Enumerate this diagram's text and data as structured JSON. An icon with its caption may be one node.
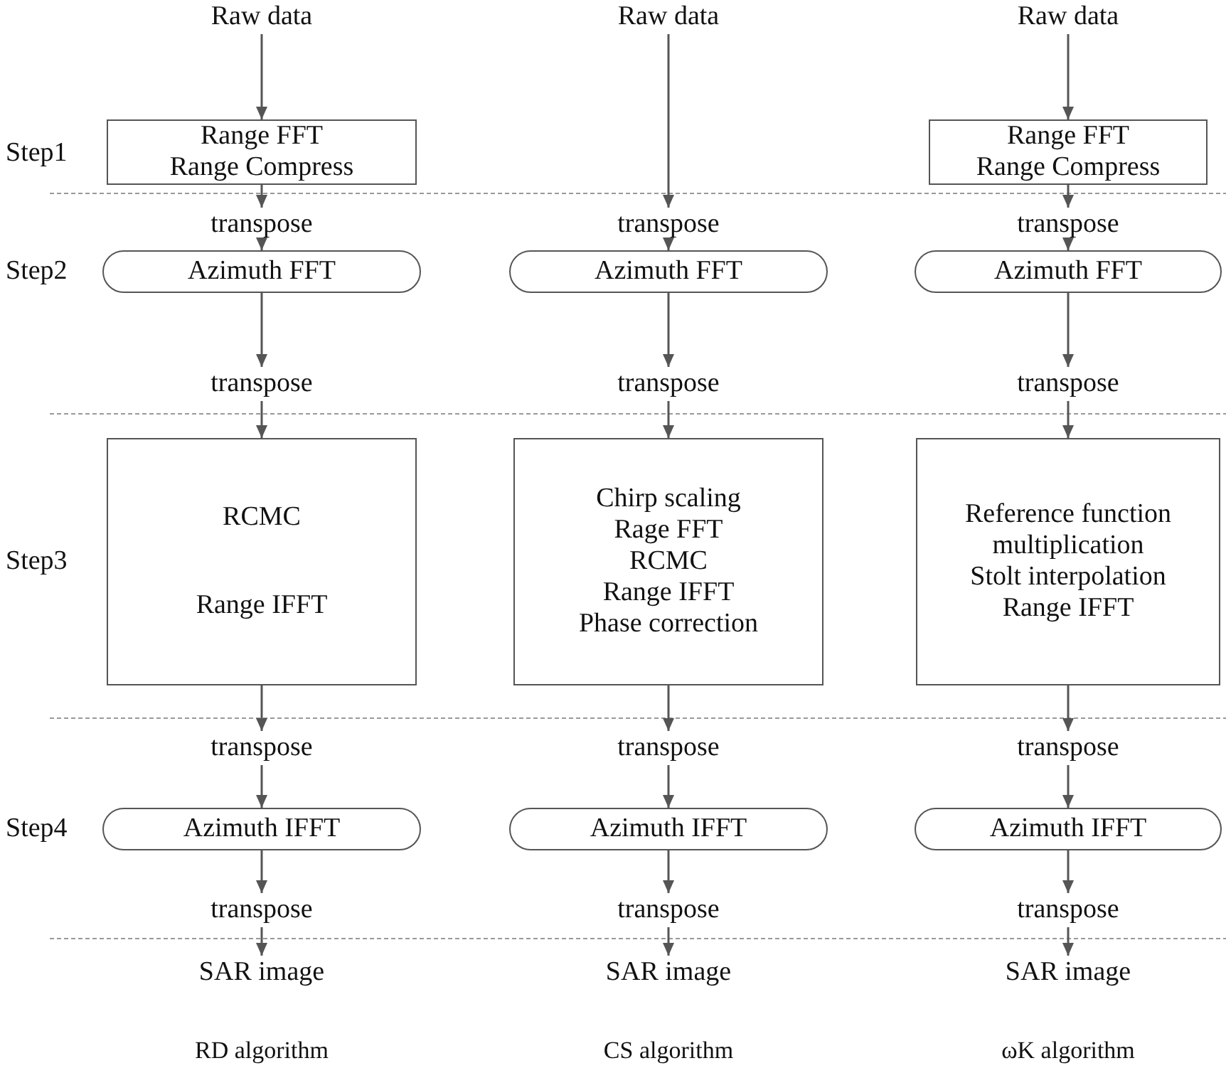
{
  "diagram": {
    "nodes": [
      {
        "text": [
          "Raw data"
        ]
      },
      {
        "text": [
          "Range FFT",
          "Range Compress"
        ]
      },
      {
        "text": [
          "transpose"
        ]
      },
      {
        "text": [
          "Azimuth FFT"
        ]
      },
      {
        "text": [
          "transpose"
        ]
      },
      {
        "text": [
          "RCMC",
          "Range IFFT"
        ]
      },
      {
        "text": [
          "transpose"
        ]
      },
      {
        "text": [
          "Azimuth IFFT"
        ]
      },
      {
        "text": [
          "transpose"
        ]
      },
      {
        "text": [
          "SAR image"
        ]
      },
      {
        "text": [
          "Raw data"
        ]
      },
      {
        "text": [
          "transpose"
        ]
      },
      {
        "text": [
          "Azimuth FFT"
        ]
      },
      {
        "text": [
          "transpose"
        ]
      },
      {
        "text": [
          "Chirp scaling",
          "Rage FFT",
          "RCMC",
          "Range IFFT",
          "Phase correction"
        ]
      },
      {
        "text": [
          "transpose"
        ]
      },
      {
        "text": [
          "Azimuth IFFT"
        ]
      },
      {
        "text": [
          "transpose"
        ]
      },
      {
        "text": [
          "SAR image"
        ]
      },
      {
        "text": [
          "Raw data"
        ]
      },
      {
        "text": [
          "Range FFT",
          "Range Compress"
        ]
      },
      {
        "text": [
          "transpose"
        ]
      },
      {
        "text": [
          "Azimuth FFT"
        ]
      },
      {
        "text": [
          "transpose"
        ]
      },
      {
        "text": [
          "Reference function multiplication",
          "Stolt interpolation",
          "Range IFFT"
        ]
      },
      {
        "text": [
          "transpose"
        ]
      },
      {
        "text": [
          "Azimuth IFFT"
        ]
      },
      {
        "text": [
          "transpose"
        ]
      },
      {
        "text": [
          "SAR image"
        ]
      }
    ],
    "edges": [
      {
        "from": 0,
        "to": 1,
        "arrow": "to"
      },
      {
        "from": 1,
        "to": 2,
        "arrow": "to"
      },
      {
        "from": 2,
        "to": 3,
        "arrow": "to"
      },
      {
        "from": 3,
        "to": 4,
        "arrow": "to"
      },
      {
        "from": 4,
        "to": 5,
        "arrow": "to"
      },
      {
        "from": 5,
        "to": 6,
        "arrow": "to"
      },
      {
        "from": 6,
        "to": 7,
        "arrow": "to"
      },
      {
        "from": 7,
        "to": 8,
        "arrow": "to"
      },
      {
        "from": 8,
        "to": 9,
        "arrow": "to"
      },
      {
        "from": 10,
        "to": 11,
        "arrow": "to"
      },
      {
        "from": 11,
        "to": 12,
        "arrow": "to"
      },
      {
        "from": 12,
        "to": 13,
        "arrow": "to"
      },
      {
        "from": 13,
        "to": 14,
        "arrow": "to"
      },
      {
        "from": 14,
        "to": 15,
        "arrow": "to"
      },
      {
        "from": 15,
        "to": 16,
        "arrow": "to"
      },
      {
        "from": 16,
        "to": 17,
        "arrow": "to"
      },
      {
        "from": 17,
        "to": 18,
        "arrow": "to"
      },
      {
        "from": 19,
        "to": 20,
        "arrow": "to"
      },
      {
        "from": 20,
        "to": 21,
        "arrow": "to"
      },
      {
        "from": 21,
        "to": 22,
        "arrow": "to"
      },
      {
        "from": 22,
        "to": 23,
        "arrow": "to"
      },
      {
        "from": 23,
        "to": 24,
        "arrow": "to"
      },
      {
        "from": 24,
        "to": 25,
        "arrow": "to"
      },
      {
        "from": 25,
        "to": 26,
        "arrow": "to"
      },
      {
        "from": 26,
        "to": 27,
        "arrow": "to"
      },
      {
        "from": 27,
        "to": 28,
        "arrow": "to"
      }
    ],
    "labels": [
      "Step1",
      "Step2",
      "Step3",
      "Step4",
      "RD algorithm",
      "CS algorithm",
      "ωK algorithm"
    ]
  }
}
